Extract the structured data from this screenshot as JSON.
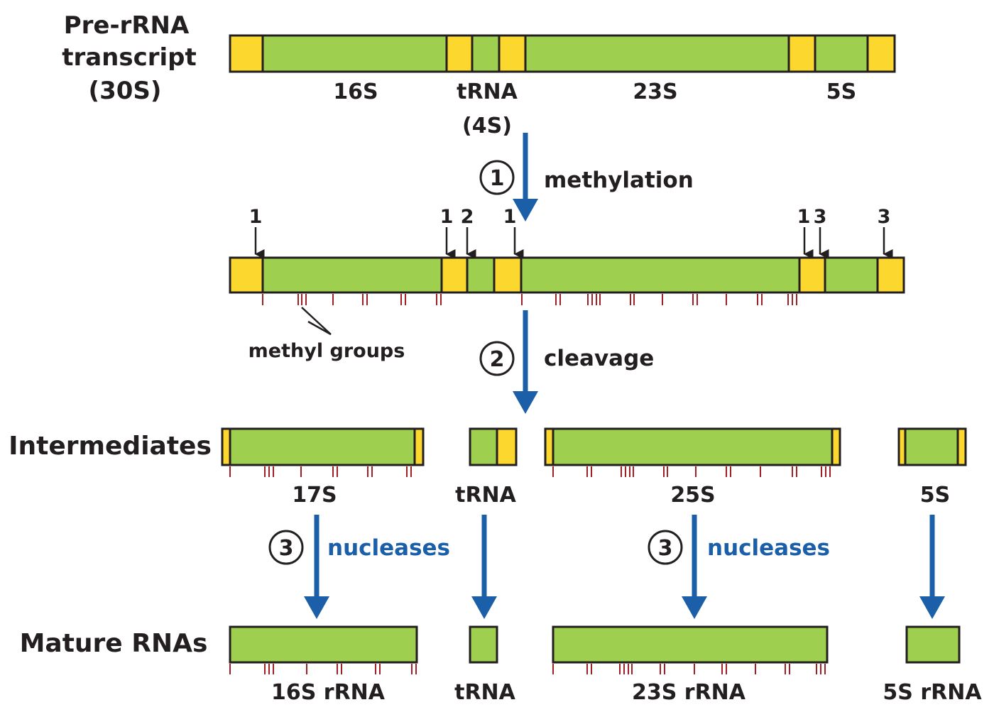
{
  "colors": {
    "segment_green": "#9ECF4E",
    "segment_yellow": "#FCD72E",
    "outline": "#231F20",
    "methyl_tick": "#A21F26",
    "process_arrow": "#1B5FA8",
    "text_dark": "#231F20",
    "text_blue": "#1B5FA8"
  },
  "rows": {
    "pre_rrna": {
      "label_lines": [
        "Pre-rRNA",
        "transcript",
        "(30S)"
      ],
      "segment_labels": [
        "16S",
        "tRNA",
        "(4S)",
        "23S",
        "5S"
      ]
    },
    "methylated": {
      "site_numbers": [
        "1",
        "1",
        "2",
        "1",
        "1",
        "3",
        "3"
      ],
      "methyl_callout": "methyl groups"
    },
    "intermediates": {
      "label": "Intermediates",
      "segment_labels": [
        "17S",
        "tRNA",
        "25S",
        "5S"
      ]
    },
    "mature": {
      "label": "Mature RNAs",
      "segment_labels": [
        "16S rRNA",
        "tRNA",
        "23S rRNA",
        "5S rRNA"
      ]
    }
  },
  "steps": [
    {
      "number": "1",
      "label": "methylation",
      "icon": "circled-number-icon"
    },
    {
      "number": "2",
      "label": "cleavage",
      "icon": "circled-number-icon"
    },
    {
      "number": "3",
      "label": "nucleases",
      "icon": "circled-number-icon"
    },
    {
      "number": "3",
      "label": "nucleases",
      "icon": "circled-number-icon"
    }
  ]
}
